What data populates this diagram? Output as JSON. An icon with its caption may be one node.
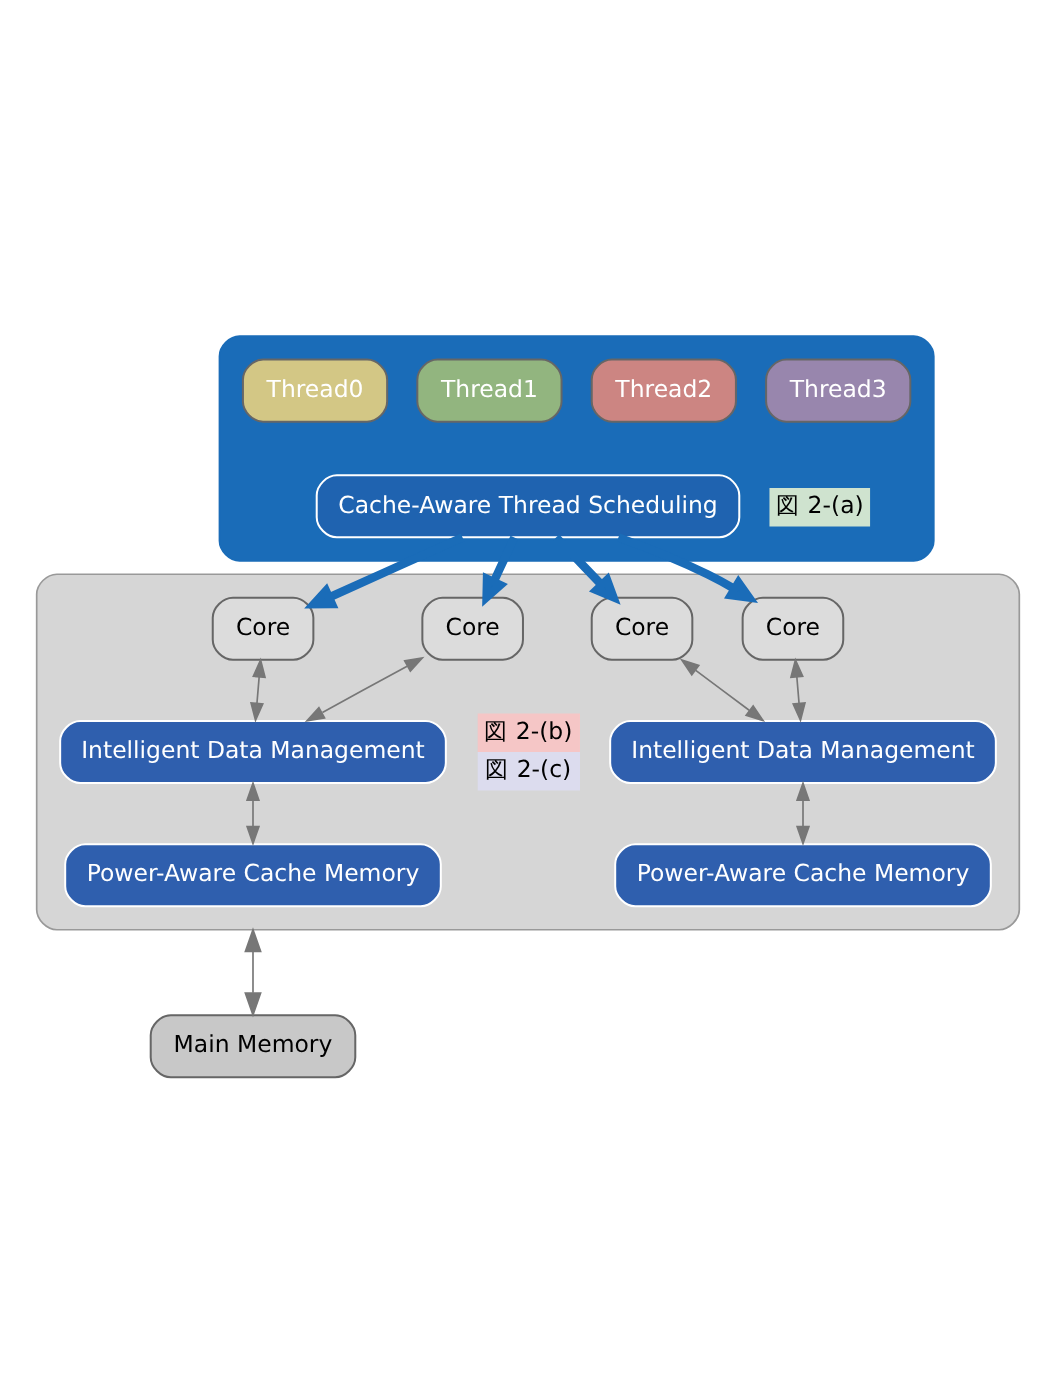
{
  "diagram": {
    "nodes": [
      {
        "text": [],
        "shape": "box"
      },
      {
        "text": [
          "Thread0"
        ],
        "in": 0
      },
      {
        "text": [
          "Thread1"
        ],
        "in": 0
      },
      {
        "text": [
          "Thread2"
        ],
        "in": 0
      },
      {
        "text": [
          "Thread3"
        ],
        "in": 0
      },
      {
        "text": [
          "Cache-Aware Thread Scheduling"
        ],
        "in": 0,
        "beside": [
          "図 2-(a)"
        ]
      },
      {
        "text": [],
        "shape": "box"
      },
      {
        "text": [
          "Core"
        ],
        "in": 6
      },
      {
        "text": [
          "Core"
        ],
        "in": 6
      },
      {
        "text": [
          "Core"
        ],
        "in": 6
      },
      {
        "text": [
          "Core"
        ],
        "in": 6
      },
      {
        "text": [
          "Intelligent Data Management"
        ],
        "in": 6
      },
      {
        "text": [
          "Intelligent Data Management"
        ],
        "in": 6,
        "beside": [
          "図 2-(b)",
          "図 2-(c)"
        ]
      },
      {
        "text": [
          "Power-Aware Cache Memory"
        ],
        "in": 6
      },
      {
        "text": [
          "Power-Aware Cache Memory"
        ],
        "in": 6
      },
      {
        "text": [
          "Main Memory"
        ]
      }
    ],
    "edges": [
      {
        "from": 5,
        "to": 7,
        "arrow": "to",
        "style": "thick",
        "color": "#1a6cb8"
      },
      {
        "from": 5,
        "to": 8,
        "arrow": "to",
        "style": "thick",
        "color": "#1a6cb8"
      },
      {
        "from": 5,
        "to": 9,
        "arrow": "to",
        "style": "thick",
        "color": "#1a6cb8"
      },
      {
        "from": 5,
        "to": 10,
        "arrow": "to",
        "style": "thick",
        "color": "#1a6cb8"
      },
      {
        "from": 7,
        "to": 11,
        "arrow": "both"
      },
      {
        "from": 8,
        "to": 11,
        "arrow": "both"
      },
      {
        "from": 9,
        "to": 12,
        "arrow": "both"
      },
      {
        "from": 10,
        "to": 12,
        "arrow": "both"
      },
      {
        "from": 11,
        "to": 13,
        "arrow": "both"
      },
      {
        "from": 12,
        "to": 14,
        "arrow": "both"
      },
      {
        "from": 6,
        "to": 15,
        "arrow": "both"
      }
    ]
  }
}
